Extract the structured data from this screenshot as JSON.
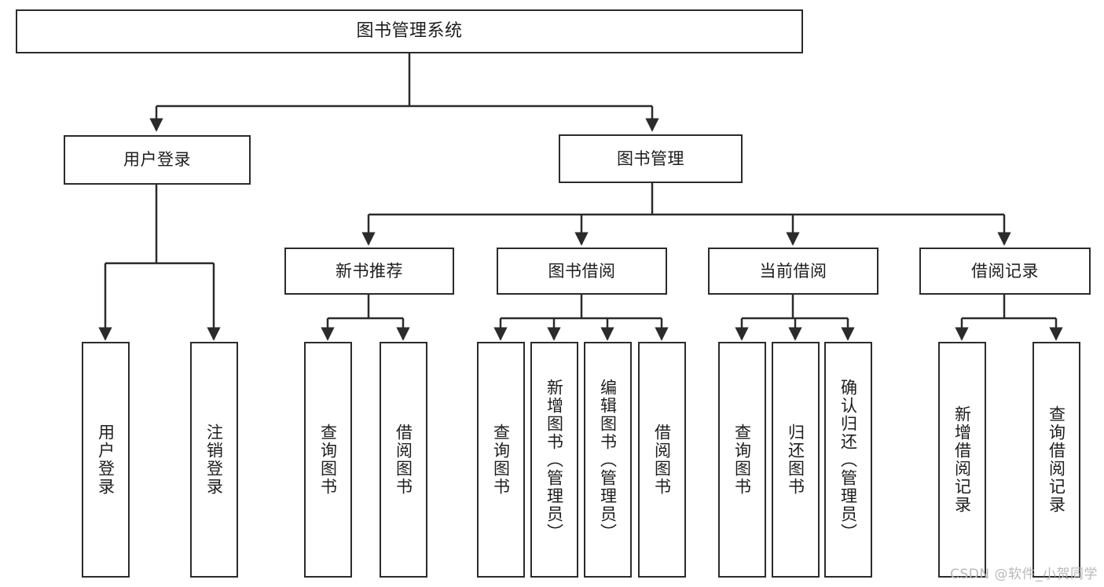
{
  "diagram": {
    "type": "tree",
    "title": "图书管理系统",
    "root": {
      "label": "图书管理系统"
    },
    "level2": [
      {
        "label": "用户登录"
      },
      {
        "label": "图书管理"
      }
    ],
    "level3": [
      {
        "label": "新书推荐"
      },
      {
        "label": "图书借阅"
      },
      {
        "label": "当前借阅"
      },
      {
        "label": "借阅记录"
      }
    ],
    "leaves": {
      "user_login": [
        {
          "label": "用户登录"
        },
        {
          "label": "注销登录"
        }
      ],
      "new_book_recommend": [
        {
          "label": "查询图书"
        },
        {
          "label": "借阅图书"
        }
      ],
      "book_borrow": [
        {
          "label": "查询图书"
        },
        {
          "label": "新增图书（管理员）"
        },
        {
          "label": "编辑图书（管理员）"
        },
        {
          "label": "借阅图书"
        }
      ],
      "current_borrow": [
        {
          "label": "查询图书"
        },
        {
          "label": "归还图书"
        },
        {
          "label": "确认归还（管理员）"
        }
      ],
      "borrow_record": [
        {
          "label": "新增借阅记录"
        },
        {
          "label": "查询借阅记录"
        }
      ]
    },
    "colors": {
      "stroke": "#2b2b2b",
      "fill": "#ffffff",
      "text": "#1d1d1d",
      "watermark": "#b9b9b9"
    }
  },
  "watermark": {
    "text": "CSDN @软件_小贺同学"
  }
}
